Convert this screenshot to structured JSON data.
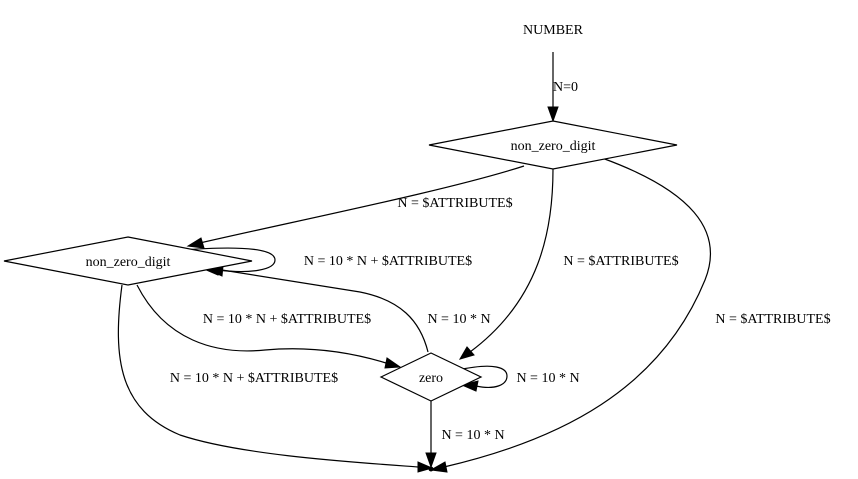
{
  "nodes": {
    "start": "NUMBER",
    "nzd_top": "non_zero_digit",
    "nzd_left": "non_zero_digit",
    "zero": "zero"
  },
  "edges": {
    "start_to_nzd_top": "N=0",
    "nzd_top_to_nzd_left": "N = $ATTRIBUTE$",
    "nzd_top_to_zero": "N = $ATTRIBUTE$",
    "nzd_top_to_end": "N = $ATTRIBUTE$",
    "nzd_left_self": "N = 10 * N + $ATTRIBUTE$",
    "nzd_left_to_zero": "N = 10 * N + $ATTRIBUTE$",
    "nzd_left_to_end": "N = 10 * N + $ATTRIBUTE$",
    "zero_to_nzd_left": "N = 10 * N",
    "zero_self": "N = 10 * N",
    "zero_to_end": "N = 10 * N"
  }
}
